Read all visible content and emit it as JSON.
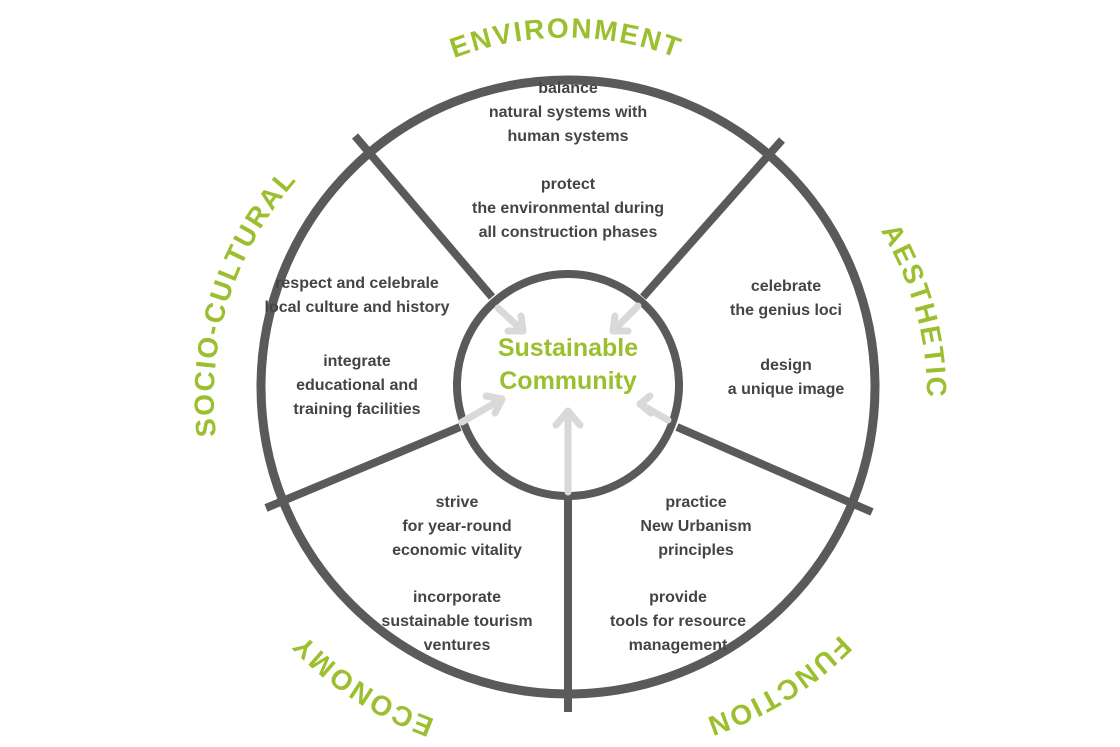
{
  "colors": {
    "accent": "#9bbf2e",
    "ring": "#5a5a5a",
    "text": "#444444",
    "arrow": "#d9d9d9"
  },
  "center": {
    "line1": "Sustainable",
    "line2": "Community"
  },
  "categories": {
    "environment": "ENVIRONMENT",
    "aesthetic": "AESTHETIC",
    "function": "FUNCTION",
    "economy": "ECONOMY",
    "socio_cultural": "SOCIO-CULTURAL"
  },
  "segments": {
    "environment": {
      "l1": "balance",
      "l2": "natural systems with",
      "l3": "human systems",
      "l4": "protect",
      "l5": "the environmental during",
      "l6": "all construction phases"
    },
    "aesthetic": {
      "l1": "celebrate",
      "l2": "the genius loci",
      "l3": "design",
      "l4": "a unique image"
    },
    "function": {
      "l1": "practice",
      "l2": "New Urbanism",
      "l3": "principles",
      "l4": "provide",
      "l5": "tools for resource",
      "l6": "management"
    },
    "economy": {
      "l1": "strive",
      "l2": "for year-round",
      "l3": "economic vitality",
      "l4": "incorporate",
      "l5": "sustainable tourism",
      "l6": "ventures"
    },
    "socio_cultural": {
      "l1": "respect and celebrale",
      "l2": "local culture and history",
      "l3": "integrate",
      "l4": "educational and",
      "l5": "training facilities"
    }
  }
}
